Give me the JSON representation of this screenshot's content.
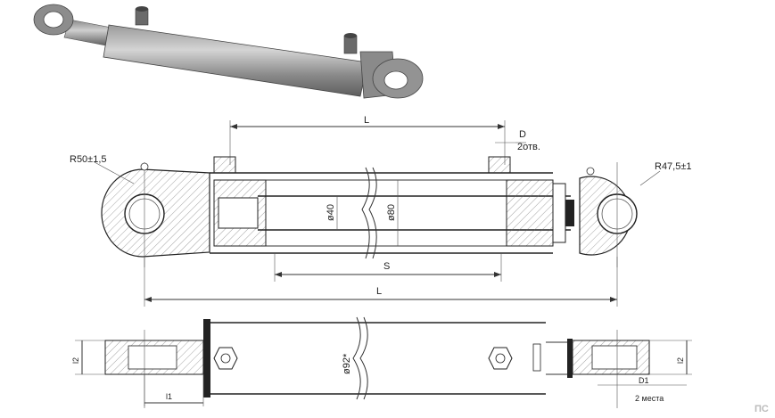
{
  "dimensions": {
    "L_upper": "L",
    "D_port": "D",
    "ports_note": "2отв.",
    "R_left": "R50±1,5",
    "R_right": "R47,5±1",
    "rod_dia": "ø40",
    "bore_dia": "ø80",
    "stroke": "S",
    "L_total": "L",
    "outer_dia": "ø92*",
    "l2_left": "l2",
    "l1": "l1",
    "l2_right": "l2",
    "D1": "D1",
    "places_note": "2 места"
  },
  "watermark": "ПС"
}
